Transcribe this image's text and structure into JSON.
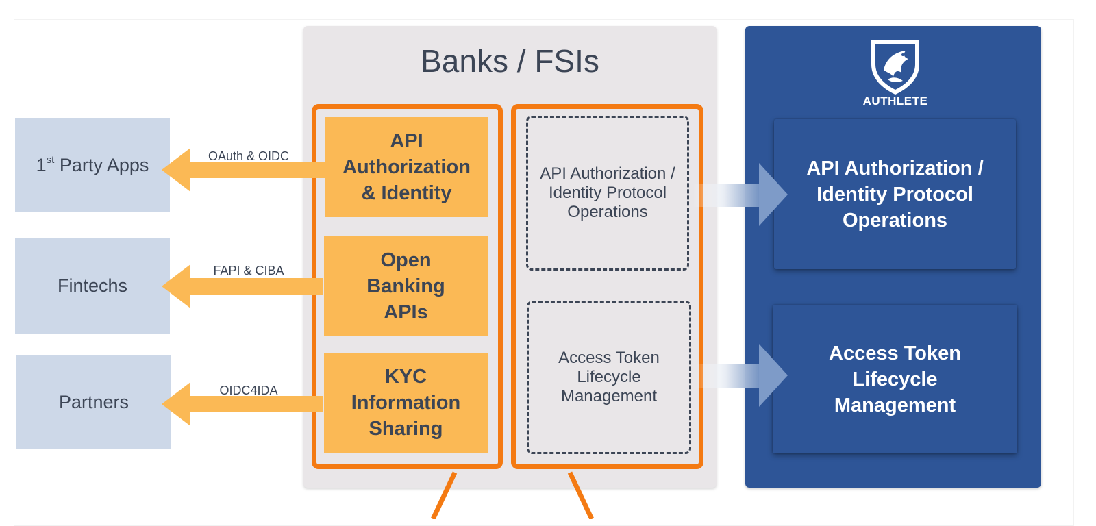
{
  "stakeholders": [
    {
      "label_prefix": "1",
      "label_sup": "st",
      "label_rest": " Party Apps",
      "protocol": "OAuth & OIDC"
    },
    {
      "label": "Fintechs",
      "protocol": "FAPI & CIBA"
    },
    {
      "label": "Partners",
      "protocol": "OIDC4IDA"
    }
  ],
  "banks": {
    "title": "Banks / FSIs",
    "services": [
      "API Authorization & Identity",
      "Open Banking APIs",
      "KYC Information Sharing"
    ],
    "delegated": [
      "API Authorization / Identity Protocol Operations",
      "Access Token Lifecycle Management"
    ]
  },
  "authlete": {
    "logo_text": "AUTHLETE",
    "boxes": [
      "API Authorization / Identity Protocol Operations",
      "Access Token Lifecycle Management"
    ]
  },
  "colors": {
    "orange": "#f47a12",
    "orange_fill": "#fbb955",
    "arrow": "#fbb955",
    "navy": "#2e5597",
    "party_fill": "#cdd8e8",
    "panel_gray": "#e9e6e8",
    "text_dark": "#3c4555"
  },
  "icons": [
    "griffin-shield-logo-icon",
    "left-arrow-icon",
    "right-arrow-icon"
  ]
}
